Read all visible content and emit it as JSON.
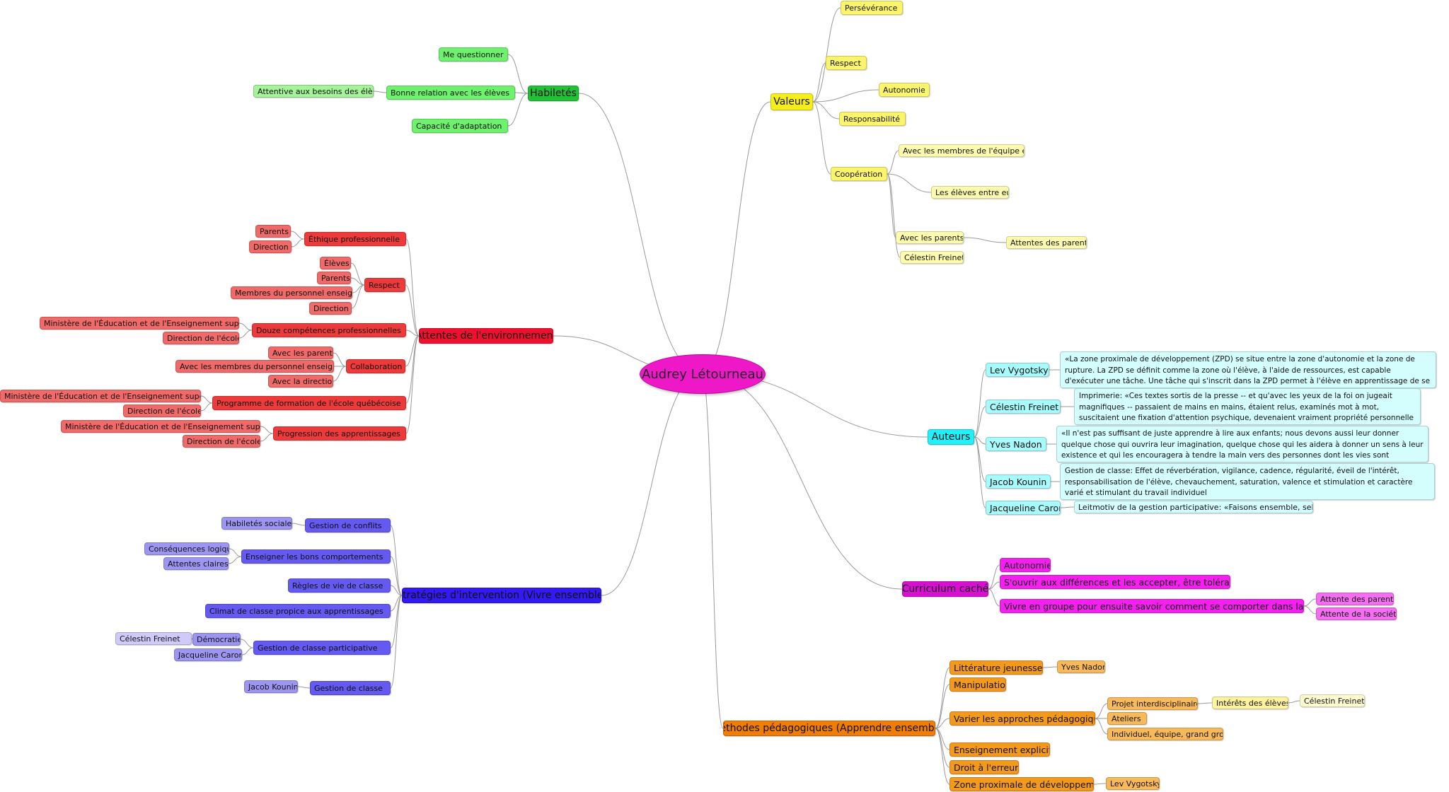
{
  "root": {
    "label": "Audrey Létourneau",
    "color": "#ee18c9"
  },
  "colors": {
    "habiletes": [
      "#22c236",
      "#6ef26e",
      "#a6f49a"
    ],
    "valeurs": [
      "#f5ee1a",
      "#fbf56c",
      "#fdfbb0"
    ],
    "attentes": [
      "#ef1030",
      "#ee3a3a",
      "#f06a6a"
    ],
    "auteurs": [
      "#1ff0fa",
      "#a8fbfd",
      "#d4fdfe"
    ],
    "curriculum": [
      "#d80fd2",
      "#f51ff0",
      "#f56ef2"
    ],
    "strategies": [
      "#3319f2",
      "#6459f0",
      "#9d95f2",
      "#cfcaf9"
    ],
    "methodes": [
      "#f07d06",
      "#f39a1c",
      "#f7b95a",
      "#fdf2a0",
      "#fefbd0"
    ]
  },
  "branches": {
    "habiletes": {
      "label": "Habiletés",
      "children": [
        {
          "label": "Me questionner"
        },
        {
          "label": "Bonne relation avec les élèves",
          "children": [
            {
              "label": "Attentive aux besoins des élèves"
            }
          ]
        },
        {
          "label": "Capacité d'adaptation"
        }
      ]
    },
    "valeurs": {
      "label": "Valeurs",
      "children": [
        {
          "label": "Persévérance"
        },
        {
          "label": "Respect"
        },
        {
          "label": "Autonomie"
        },
        {
          "label": "Responsabilité"
        },
        {
          "label": "Coopération",
          "children": [
            {
              "label": "Avec les membres de l'équipe école"
            },
            {
              "label": "Les élèves entre eux"
            },
            {
              "label": "Avec les parents",
              "children": [
                {
                  "label": "Attentes des parents"
                }
              ]
            },
            {
              "label": "Célestin Freinet"
            }
          ]
        }
      ]
    },
    "attentes": {
      "label": "Attentes de l'environnement",
      "children": [
        {
          "label": "Éthique professionnelle",
          "children": [
            {
              "label": "Parents"
            },
            {
              "label": "Direction"
            }
          ]
        },
        {
          "label": "Respect",
          "children": [
            {
              "label": "Élèves"
            },
            {
              "label": "Parents"
            },
            {
              "label": "Membres du personnel enseignant"
            },
            {
              "label": "Direction"
            }
          ]
        },
        {
          "label": "Douze compétences professionnelles",
          "children": [
            {
              "label": "Ministère de l'Éducation et de l'Enseignement supérieur"
            },
            {
              "label": "Direction de l'école"
            }
          ]
        },
        {
          "label": "Collaboration",
          "children": [
            {
              "label": "Avec les parents"
            },
            {
              "label": "Avec les membres du personnel enseignant"
            },
            {
              "label": "Avec la direction"
            }
          ]
        },
        {
          "label": "Programme de formation de l'école québécoise",
          "children": [
            {
              "label": "Ministère de l'Éducation et de l'Enseignement supérieur"
            },
            {
              "label": "Direction de l'école"
            }
          ]
        },
        {
          "label": "Progression des apprentissages",
          "children": [
            {
              "label": "Ministère de l'Éducation et de l'Enseignement supérieur"
            },
            {
              "label": "Direction de l'école"
            }
          ]
        }
      ]
    },
    "auteurs": {
      "label": "Auteurs",
      "children": [
        {
          "label": "Lev Vygotsky",
          "children": [
            {
              "label": "«La zone proximale de développement (ZPD) se situe entre la zone d'autonomie et la zone de rupture. La ZPD se définit comme la zone où l'élève, à l'aide de ressources, est capable d'exécuter une tâche. Une tâche qui s'inscrit dans la ZPD permet à l'élève en apprentissage de se mobiliser, car il sent le défi réaliste.»"
            }
          ]
        },
        {
          "label": "Célestin Freinet",
          "children": [
            {
              "label": "Imprimerie: «Ces textes sortis de la presse -- et qu'avec les yeux de la foi on jugeait magnifiques -- passaient de mains en mains, étaient relus, examinés mot à mot, suscitaient une fixation d'attention psychique, devenaient vraiment propriété personnelle de son auteur ou de la classe.»"
            }
          ]
        },
        {
          "label": "Yves Nadon",
          "children": [
            {
              "label": "«Il n'est pas suffisant de juste apprendre à lire aux enfants; nous devons aussi leur donner quelque chose qui ouvrira leur imagination, quelque chose qui les aidera à donner un sens à leur existence et qui les encouragera à tendre la main vers des personnes dont les vies sont différentes de la leur.»"
            }
          ]
        },
        {
          "label": "Jacob Kounin",
          "children": [
            {
              "label": "Gestion de classe: Effet de réverbération, vigilance, cadence, régularité, éveil de l'intérêt, responsabilisation de l'élève, chevauchement, saturation, valence et stimulation et caractère varié et stimulant du travail individuel"
            }
          ]
        },
        {
          "label": "Jacqueline Caron",
          "children": [
            {
              "label": "Leitmotiv de la gestion participative: «Faisons ensemble, selon toi!»"
            }
          ]
        }
      ]
    },
    "curriculum": {
      "label": "Curriculum caché",
      "children": [
        {
          "label": "Autonomie"
        },
        {
          "label": "S'ouvrir aux différences et les accepter, être tolérant"
        },
        {
          "label": "Vivre en groupe pour ensuite savoir comment se comporter dans la société",
          "children": [
            {
              "label": "Attente des parents"
            },
            {
              "label": "Attente de la société"
            }
          ]
        }
      ]
    },
    "strategies": {
      "label": "Stratégies d'intervention (Vivre ensemble)",
      "children": [
        {
          "label": "Gestion de conflits",
          "children": [
            {
              "label": "Habiletés sociales"
            }
          ]
        },
        {
          "label": "Enseigner les bons comportements",
          "children": [
            {
              "label": "Conséquences logiques"
            },
            {
              "label": "Attentes claires"
            }
          ]
        },
        {
          "label": "Règles de vie de classe"
        },
        {
          "label": "Climat de classe propice aux apprentissages"
        },
        {
          "label": "Gestion de classe participative",
          "children": [
            {
              "label": "Démocratie",
              "children": [
                {
                  "label": "Célestin Freinet"
                }
              ]
            },
            {
              "label": "Jacqueline Caron"
            }
          ]
        },
        {
          "label": "Gestion de classe",
          "children": [
            {
              "label": "Jacob Kounin"
            }
          ]
        }
      ]
    },
    "methodes": {
      "label": "Méthodes pédagogiques (Apprendre ensemble)",
      "children": [
        {
          "label": "Littérature jeunesse",
          "children": [
            {
              "label": "Yves Nadon"
            }
          ]
        },
        {
          "label": "Manipulation"
        },
        {
          "label": "Varier les approches pédagogiques",
          "children": [
            {
              "label": "Projet interdisciplinaire",
              "children": [
                {
                  "label": "Intérêts des élèves",
                  "children": [
                    {
                      "label": "Célestin Freinet"
                    }
                  ]
                }
              ]
            },
            {
              "label": "Ateliers"
            },
            {
              "label": "Individuel, équipe, grand groupe"
            }
          ]
        },
        {
          "label": "Enseignement explicite"
        },
        {
          "label": "Droit à l'erreur"
        },
        {
          "label": "Zone proximale de développement",
          "children": [
            {
              "label": "Lev Vygotsky"
            }
          ]
        }
      ]
    }
  }
}
